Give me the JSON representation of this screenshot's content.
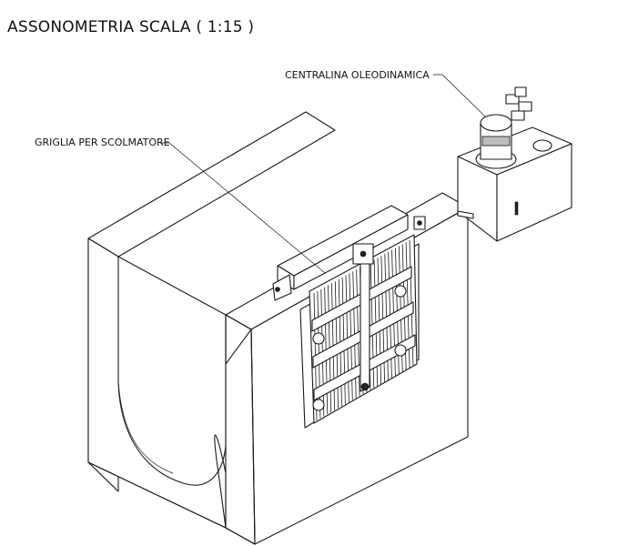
{
  "drawing": {
    "title": "ASSONOMETRIA SCALA ( 1:15 )",
    "labels": {
      "grid": "GRIGLIA PER SCOLMATORE",
      "hydraulic_unit": "CENTRALINA OLEODINAMICA"
    }
  }
}
